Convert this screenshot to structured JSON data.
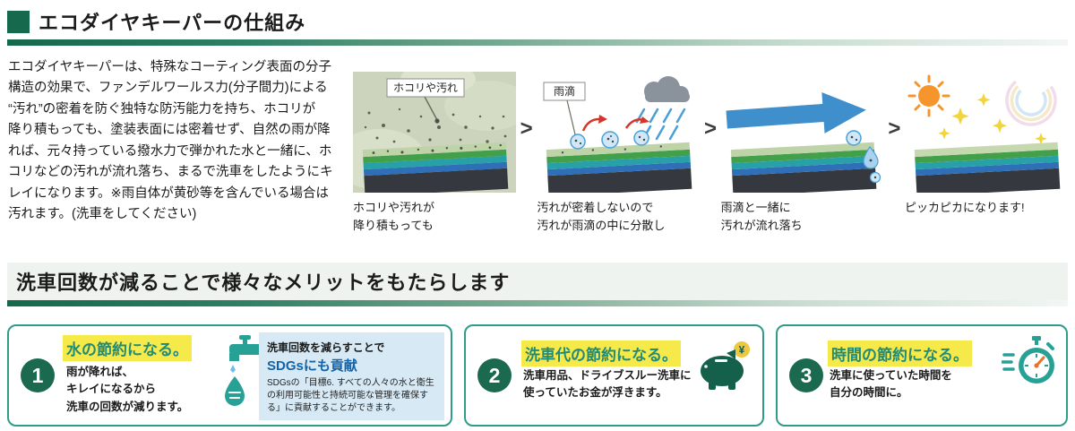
{
  "colors": {
    "brand_green": "#17694e",
    "card_border_teal": "#2f9b88",
    "card_title_teal": "#238a75",
    "highlight_yellow": "#f6e94a",
    "sdgs_blue": "#1263a8",
    "sdgs_box_blue": "#d6e9f5",
    "number_circle_green": "#1b6a50"
  },
  "section1": {
    "title": "エコダイヤキーパーの仕組み",
    "description": "エコダイヤキーパーは、特殊なコーティング表面の分子\n構造の効果で、ファンデルワールス力(分子間力)による\n“汚れ”の密着を防ぐ独特な防汚能力を持ち、ホコリが\n降り積もっても、塗装表面には密着せず、自然の雨が降\nれば、元々持っている撥水力で弾かれた水と一緒に、ホ\nコリなどの汚れが流れ落ち、まるで洗車をしたようにキ\nレイになります。※雨自体が黄砂等を含んでいる場合は\n汚れます。(洗車をしてください)",
    "chevron": ">",
    "steps": [
      {
        "label": "ホコリや汚れ",
        "caption": "ホコリや汚れが\n降り積もっても",
        "icon": "dust-on-coating-illustration"
      },
      {
        "label": "雨滴",
        "caption": "汚れが密着しないので\n汚れが雨滴の中に分散し",
        "icon": "rain-dispersing-dirt-illustration"
      },
      {
        "caption": "雨滴と一緒に\n汚れが流れ落ち",
        "icon": "dirt-flowing-away-illustration"
      },
      {
        "caption": "ピッカピカになります!",
        "icon": "shiny-clean-illustration"
      }
    ]
  },
  "section2": {
    "title": "洗車回数が減ることで様々なメリットをもたらします",
    "benefits": [
      {
        "number": "1",
        "title": "水の節約になる。",
        "text": "雨が降れば、\nキレイになるから\n洗車の回数が減ります。",
        "icon": "faucet-water-drop-icon",
        "sdgs": {
          "line1": "洗車回数を減らすことで",
          "line2": "SDGsにも貢献",
          "note": "SDGsの「目標6. すべての人々の水と衛生の利用可能性と持続可能な管理を確保する」に貢献することができます。"
        }
      },
      {
        "number": "2",
        "title": "洗車代の節約になる。",
        "text": "洗車用品、ドライブスルー洗車に\n使っていたお金が浮きます。",
        "icon": "piggy-bank-icon",
        "coin_symbol": "¥"
      },
      {
        "number": "3",
        "title": "時間の節約になる。",
        "text": "洗車に使っていた時間を\n自分の時間に。",
        "icon": "stopwatch-icon"
      }
    ]
  }
}
